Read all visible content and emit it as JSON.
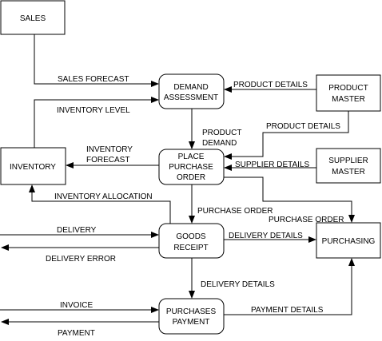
{
  "nodes": {
    "sales": "SALES",
    "inventory": "INVENTORY",
    "product_master": [
      "PRODUCT",
      "MASTER"
    ],
    "supplier_master": [
      "SUPPLIER",
      "MASTER"
    ],
    "purchasing": "PURCHASING",
    "demand_assessment": [
      "DEMAND",
      "ASSESSMENT"
    ],
    "place_purchase_order": [
      "PLACE",
      "PURCHASE",
      "ORDER"
    ],
    "goods_receipt": [
      "GOODS",
      "RECEIPT"
    ],
    "purchases_payment": [
      "PURCHASES",
      "PAYMENT"
    ]
  },
  "flows": {
    "sales_forecast": "SALES FORECAST",
    "inventory_level": "INVENTORY LEVEL",
    "product_details_1": "PRODUCT DETAILS",
    "product_demand": [
      "PRODUCT",
      "DEMAND"
    ],
    "product_details_2": "PRODUCT DETAILS",
    "inventory_forecast": [
      "INVENTORY",
      "FORECAST"
    ],
    "supplier_details": "SUPPLIER DETAILS",
    "inventory_allocation": "INVENTORY ALLOCATION",
    "purchase_order_1": "PURCHASE ORDER",
    "purchase_order_2": "PURCHASE ORDER",
    "delivery": "DELIVERY",
    "delivery_details_1": "DELIVERY DETAILS",
    "delivery_error": "DELIVERY ERROR",
    "delivery_details_2": "DELIVERY DETAILS",
    "invoice": "INVOICE",
    "payment_details": "PAYMENT DETAILS",
    "payment": "PAYMENT"
  }
}
